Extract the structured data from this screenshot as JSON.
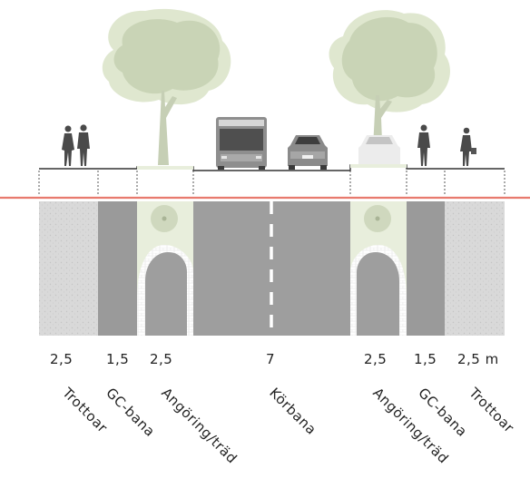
{
  "widths": [
    "2,5",
    "1,5",
    "2,5",
    "7",
    "2,5",
    "1,5",
    "2,5 m"
  ],
  "zones": [
    "Trottoar",
    "GC-bana",
    "Angöring/träd",
    "Körbana",
    "Angöring/träd",
    "GC-bana",
    "Trottoar"
  ],
  "colors": {
    "sidewalk": "#d7d7d7",
    "bike_lane": "#9a9a9a",
    "planting": "#e8eedc",
    "roadway": "#9e9e9e",
    "trees": "#c9d4b6",
    "utility_line": "#e87a6e"
  }
}
